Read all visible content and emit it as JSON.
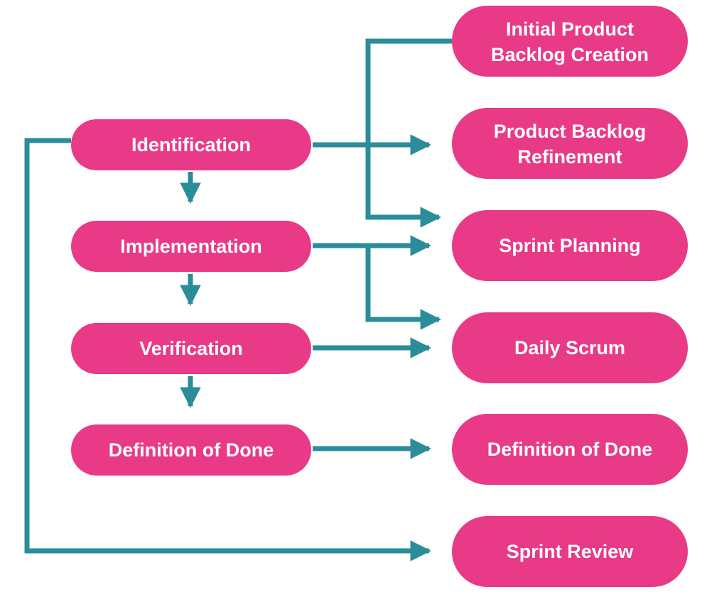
{
  "colors": {
    "pill": "#E83A86",
    "connector": "#2B8C9A",
    "text": "#FFFFFF",
    "background": "#FFFFFF"
  },
  "left_steps": {
    "identification": "Identification",
    "implementation": "Implementation",
    "verification": "Verification",
    "definition_of_done": "Definition of Done"
  },
  "right_activities": {
    "initial_backlog": [
      "Initial Product",
      "Backlog Creation"
    ],
    "backlog_refinement": [
      "Product Backlog",
      "Refinement"
    ],
    "sprint_planning": "Sprint Planning",
    "daily_scrum": "Daily Scrum",
    "definition_of_done": "Definition of Done",
    "sprint_review": "Sprint Review"
  }
}
